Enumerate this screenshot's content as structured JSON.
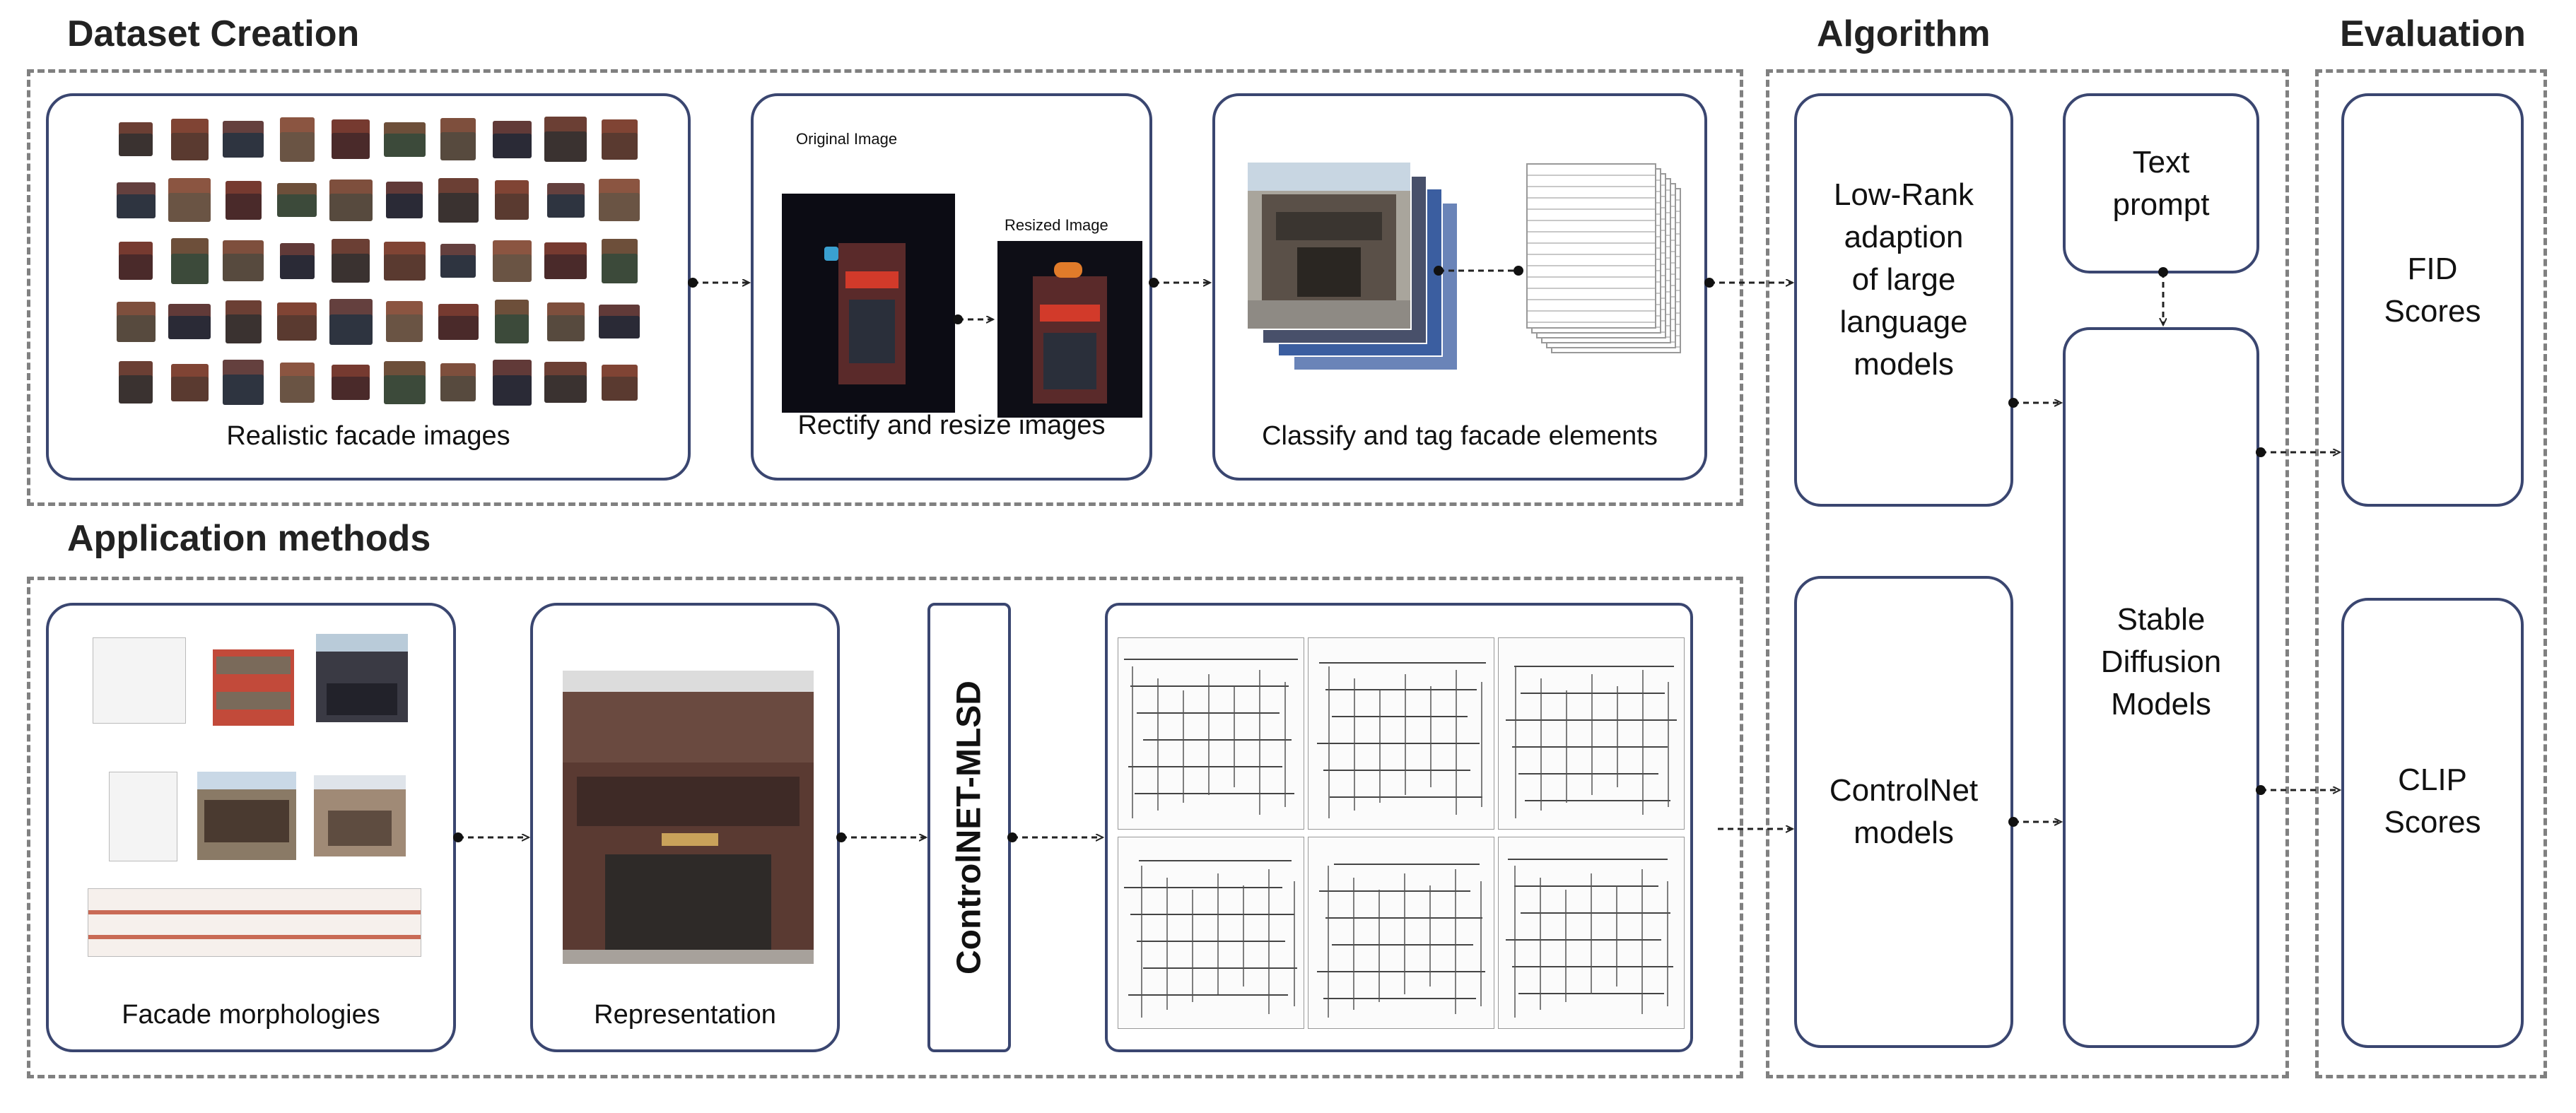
{
  "sections": {
    "dataset_creation": "Dataset Creation",
    "algorithm": "Algorithm",
    "evaluation": "Evaluation",
    "application_methods": "Application methods"
  },
  "dataset": {
    "realistic_label": "Realistic facade images",
    "rectify_label": "Rectify and resize images",
    "original_image": "Original Image",
    "resized_image": "Resized Image",
    "classify_label": "Classify and tag facade elements"
  },
  "algorithm": {
    "lora": "Low-Rank\nadaption\nof large\nlanguage\nmodels",
    "text_prompt": "Text\nprompt",
    "stable_diffusion": "Stable\nDiffusion\nModels",
    "controlnet": "ControlNet\nmodels"
  },
  "evaluation": {
    "fid": "FID\nScores",
    "clip": "CLIP\nScores"
  },
  "application": {
    "morphologies_label": "Facade morphologies",
    "representation_label": "Representation",
    "controlnet_mlsd": "ControlNET-MLSD"
  },
  "colors": {
    "box_border": "#3a4670",
    "dash_border": "#808080",
    "connector": "#222222"
  }
}
